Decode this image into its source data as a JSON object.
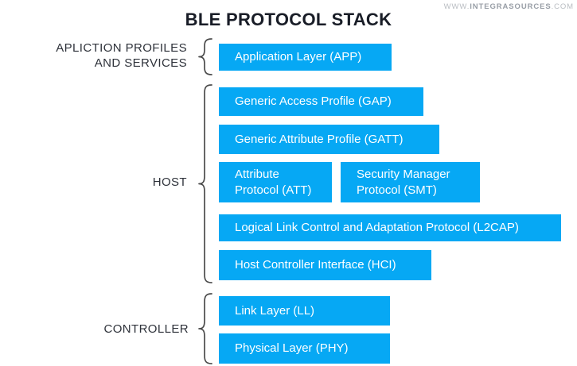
{
  "watermark": {
    "prefix": "WWW.",
    "brand": "INTEGRASOURCES",
    "suffix": ".COM"
  },
  "title": "BLE PROTOCOL STACK",
  "colors": {
    "background": "#ffffff",
    "box": "#06a8f4",
    "box_text": "#ffffff",
    "title": "#191d27",
    "label": "#2e323a",
    "brace": "#4b4b4b",
    "watermark_light": "#b9bdc2",
    "watermark_bold": "#989ea6"
  },
  "sections": [
    {
      "name": "application-profiles-and-services",
      "label_lines": [
        "APLICTION PROFILES",
        "AND SERVICES"
      ],
      "boxes": [
        {
          "name": "application-layer",
          "lines": [
            "Application Layer (APP)"
          ]
        }
      ]
    },
    {
      "name": "host",
      "label_lines": [
        "HOST"
      ],
      "boxes": [
        {
          "name": "generic-access-profile",
          "lines": [
            "Generic Access Profile (GAP)"
          ]
        },
        {
          "name": "generic-attribute-profile",
          "lines": [
            "Generic Attribute Profile (GATT)"
          ]
        },
        {
          "name": "attribute-protocol",
          "lines": [
            "Attribute",
            "Protocol (ATT)"
          ]
        },
        {
          "name": "security-manager-protocol",
          "lines": [
            "Security Manager",
            "Protocol (SMT)"
          ]
        },
        {
          "name": "l2cap",
          "lines": [
            "Logical Link Control and Adaptation Protocol (L2CAP)"
          ]
        },
        {
          "name": "host-controller-interface",
          "lines": [
            "Host Controller Interface (HCI)"
          ]
        }
      ]
    },
    {
      "name": "controller",
      "label_lines": [
        "CONTROLLER"
      ],
      "boxes": [
        {
          "name": "link-layer",
          "lines": [
            "Link Layer (LL)"
          ]
        },
        {
          "name": "physical-layer",
          "lines": [
            "Physical Layer (PHY)"
          ]
        }
      ]
    }
  ]
}
